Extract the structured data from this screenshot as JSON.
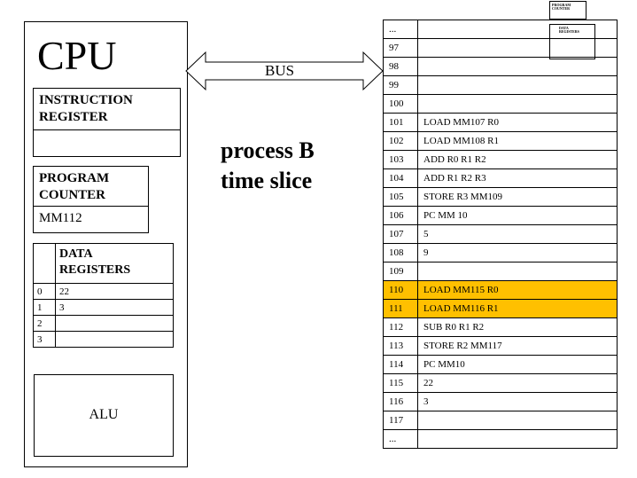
{
  "cpu": {
    "title": "CPU",
    "instruction_register": {
      "label_line1": "INSTRUCTION",
      "label_line2": "REGISTER",
      "value": ""
    },
    "program_counter": {
      "label_line1": "PROGRAM",
      "label_line2": "COUNTER",
      "value": "MM112"
    },
    "data_registers": {
      "label_line1": "DATA",
      "label_line2": "REGISTERS",
      "rows": [
        {
          "index": "0",
          "value": "22"
        },
        {
          "index": "1",
          "value": "3"
        },
        {
          "index": "2",
          "value": ""
        },
        {
          "index": "3",
          "value": ""
        }
      ]
    },
    "alu_label": "ALU"
  },
  "bus_label": "BUS",
  "slice_line1": "process B",
  "slice_line2": "time slice",
  "memory": {
    "rows": [
      {
        "addr": "...",
        "content": "",
        "highlight": false
      },
      {
        "addr": "97",
        "content": "",
        "highlight": false
      },
      {
        "addr": "98",
        "content": "",
        "highlight": false
      },
      {
        "addr": "99",
        "content": "",
        "highlight": false
      },
      {
        "addr": "100",
        "content": "",
        "highlight": false
      },
      {
        "addr": "101",
        "content": "LOAD MM107 R0",
        "highlight": false
      },
      {
        "addr": "102",
        "content": "LOAD MM108 R1",
        "highlight": false
      },
      {
        "addr": "103",
        "content": "ADD R0 R1 R2",
        "highlight": false
      },
      {
        "addr": "104",
        "content": "ADD R1 R2 R3",
        "highlight": false
      },
      {
        "addr": "105",
        "content": "STORE R3 MM109",
        "highlight": false
      },
      {
        "addr": "106",
        "content": "PC MM 10",
        "highlight": false
      },
      {
        "addr": "107",
        "content": "5",
        "highlight": false
      },
      {
        "addr": "108",
        "content": "9",
        "highlight": false
      },
      {
        "addr": "109",
        "content": "",
        "highlight": false
      },
      {
        "addr": "110",
        "content": "LOAD MM115 R0",
        "highlight": true
      },
      {
        "addr": "111",
        "content": "LOAD MM116 R1",
        "highlight": true
      },
      {
        "addr": "112",
        "content": "SUB R0 R1 R2",
        "highlight": false
      },
      {
        "addr": "113",
        "content": "STORE R2 MM117",
        "highlight": false
      },
      {
        "addr": "114",
        "content": "PC MM10",
        "highlight": false
      },
      {
        "addr": "115",
        "content": "22",
        "highlight": false
      },
      {
        "addr": "116",
        "content": "3",
        "highlight": false
      },
      {
        "addr": "117",
        "content": "",
        "highlight": false
      },
      {
        "addr": "...",
        "content": "",
        "highlight": false
      }
    ]
  },
  "mini_pc": {
    "label": "PROGRAM COUNTER"
  },
  "mini_regs": {
    "label": "DATA REGISTERS"
  }
}
